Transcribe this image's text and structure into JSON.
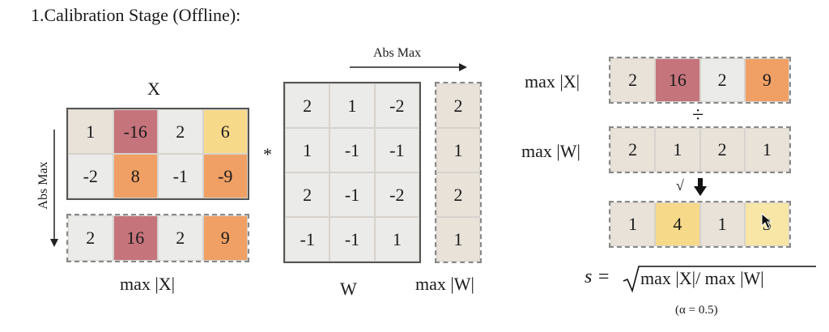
{
  "title": "1.Calibration Stage (Offline):",
  "x_label": "X",
  "w_label": "W",
  "abs_max_top": "Abs Max",
  "abs_max_side": "Abs Max",
  "multiply_op": "*",
  "divide_op": "÷",
  "sqrt_op": "√",
  "max_x_label": "max |X|",
  "max_w_label": "max |W|",
  "x_matrix": [
    [
      "1",
      "-16",
      "2",
      "6"
    ],
    [
      "-2",
      "8",
      "-1",
      "-9"
    ]
  ],
  "max_x": [
    "2",
    "16",
    "2",
    "9"
  ],
  "w_matrix": [
    [
      "2",
      "1",
      "-2"
    ],
    [
      "1",
      "-1",
      "-1"
    ],
    [
      "2",
      "-1",
      "-2"
    ],
    [
      "-1",
      "-1",
      "1"
    ]
  ],
  "max_w": [
    "2",
    "1",
    "2",
    "1"
  ],
  "right": {
    "max_x_label": "max |X|",
    "max_w_label": "max |W|",
    "max_x": [
      "2",
      "16",
      "2",
      "9"
    ],
    "max_w": [
      "2",
      "1",
      "2",
      "1"
    ],
    "s": [
      "1",
      "4",
      "1",
      "3"
    ]
  },
  "formula": {
    "lhs": "s =",
    "radicand": "max |X|/ max |W|",
    "alpha_note": "(α = 0.5)"
  },
  "colors": {
    "rose": "#c5747c",
    "orange": "#f0a064",
    "yellow": "#f7d98a",
    "beige": "#e8e2d9"
  }
}
